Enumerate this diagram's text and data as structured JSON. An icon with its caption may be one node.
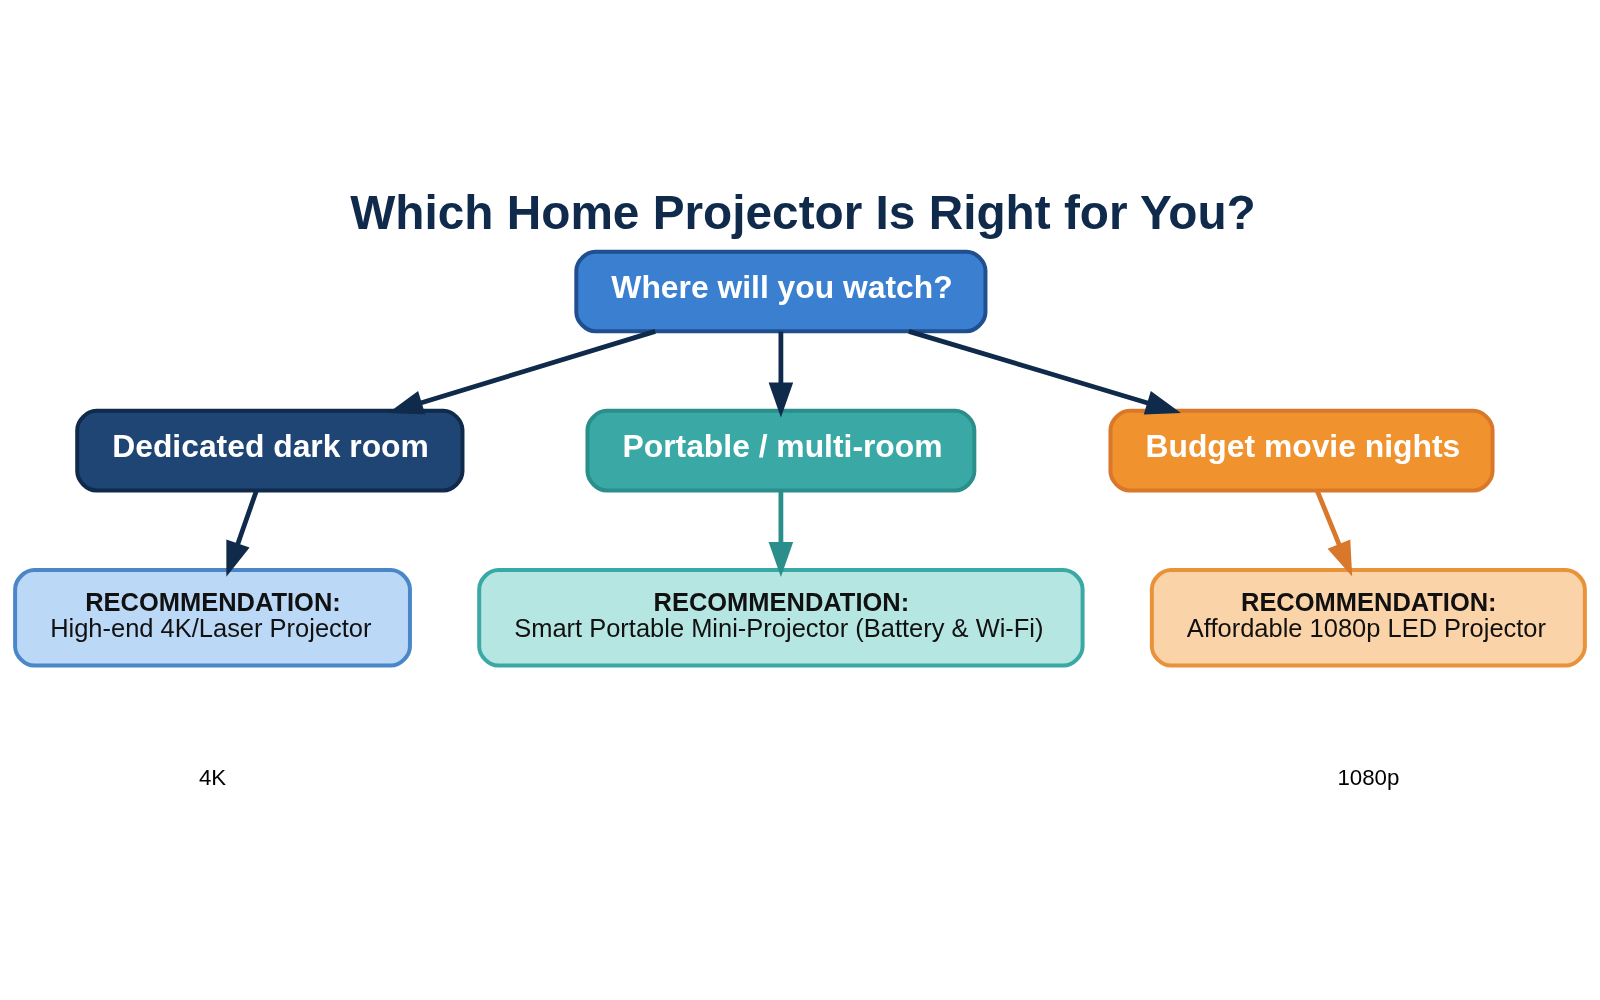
{
  "diagram": {
    "title": "Which Home Projector Is Right for You?",
    "nodes": [
      {
        "text": [
          "Where will you watch?"
        ]
      },
      {
        "text": [
          "Dedicated dark room"
        ]
      },
      {
        "text": [
          "Portable / multi-room"
        ]
      },
      {
        "text": [
          "Budget movie nights"
        ]
      },
      {
        "text": [
          "RECOMMENDATION:",
          "High-end 4K/Laser Projector"
        ]
      },
      {
        "text": [
          "RECOMMENDATION:",
          "Smart Portable Mini-Projector (Battery & Wi-Fi)"
        ]
      },
      {
        "text": [
          "RECOMMENDATION:",
          "Affordable 1080p LED Projector"
        ]
      }
    ],
    "edges": [
      {
        "from": 0,
        "to": 1,
        "arrow": "to"
      },
      {
        "from": 0,
        "to": 2,
        "arrow": "to"
      },
      {
        "from": 0,
        "to": 3,
        "arrow": "to"
      },
      {
        "from": 1,
        "to": 4,
        "arrow": "to"
      },
      {
        "from": 2,
        "to": 5,
        "arrow": "to",
        "color": "#2a8f8a"
      },
      {
        "from": 3,
        "to": 6,
        "arrow": "to",
        "color": "#d9782a"
      }
    ],
    "labels": [
      "4K",
      "1080p"
    ]
  }
}
